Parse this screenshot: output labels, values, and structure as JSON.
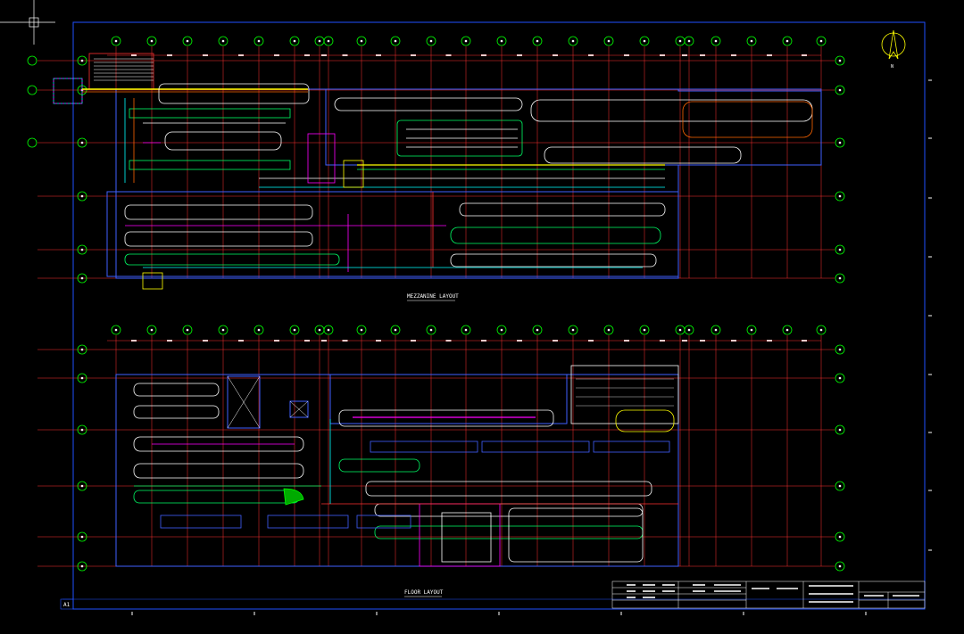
{
  "drawing": {
    "background": "#000000",
    "colors": {
      "frame": "#2050ff",
      "grid": "#ff3030",
      "grid_alt": "#d0d0ff",
      "bubble": "#00ff00",
      "conveyor_a": "#ffffff",
      "conveyor_b": "#00ff66",
      "conveyor_c": "#ff00ff",
      "conveyor_d": "#ffff00",
      "conveyor_e": "#00ffff",
      "conveyor_f": "#ff6600",
      "building": "#4060ff"
    },
    "upper_plan": {
      "caption": "MEZZANINE LAYOUT"
    },
    "lower_plan": {
      "caption": "FLOOR LAYOUT"
    },
    "north_arrow": {
      "label": "N",
      "icon": "north-arrow-icon"
    },
    "corner_badge": "A1",
    "title_block": {
      "rows": 4
    }
  }
}
